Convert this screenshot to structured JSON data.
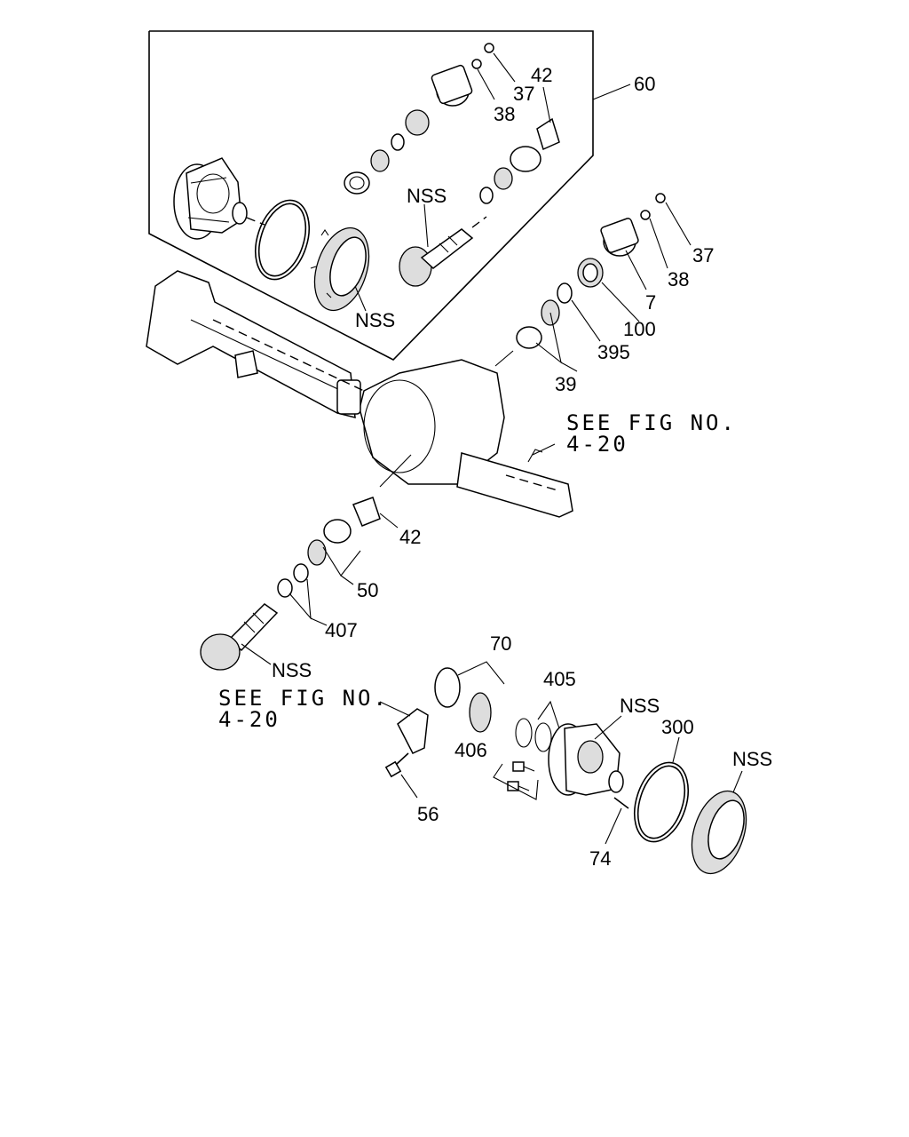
{
  "labels": {
    "l60": "60",
    "l37a": "37",
    "l38a": "38",
    "l42a": "42",
    "nss_pinion_top": "NSS",
    "nss_ring_top": "NSS",
    "l37b": "37",
    "l38b": "38",
    "l7": "7",
    "l100": "100",
    "l395": "395",
    "l39": "39",
    "see_fig_right_1": "SEE FIG NO.",
    "see_fig_right_2": "4-20",
    "l42b": "42",
    "l50": "50",
    "l407": "407",
    "nss_pinion_bottom": "NSS",
    "see_fig_left_1": "SEE FIG NO.",
    "see_fig_left_2": "4-20",
    "l70": "70",
    "l405": "405",
    "nss_case": "NSS",
    "l300": "300",
    "nss_ring_bottom": "NSS",
    "l406": "406",
    "l56": "56",
    "l74": "74"
  }
}
